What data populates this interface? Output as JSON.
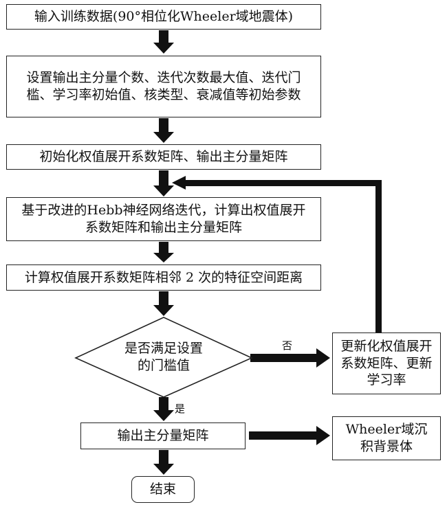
{
  "steps": {
    "input": "输入训练数据(90°相位化Wheeler域地震体)",
    "params": "设置输出主分量个数、迭代次数最大值、迭代门槛、学习率初始值、核类型、衰减值等初始参数",
    "init": "初始化权值展开系数矩阵、输出主分量矩阵",
    "iterate": "基于改进的Hebb神经网络迭代，计算出权值展开系数矩阵和输出主分量矩阵",
    "distance": "计算权值展开系数矩阵相邻 2 次的特征空间距离",
    "decision": "是否满足设置的门槛值",
    "update": "更新化权值展开系数矩阵、更新学习率",
    "output": "输出主分量矩阵",
    "result": "Wheeler域沉积背景体",
    "end": "结束"
  },
  "edges": {
    "no": "否",
    "yes": "是"
  }
}
